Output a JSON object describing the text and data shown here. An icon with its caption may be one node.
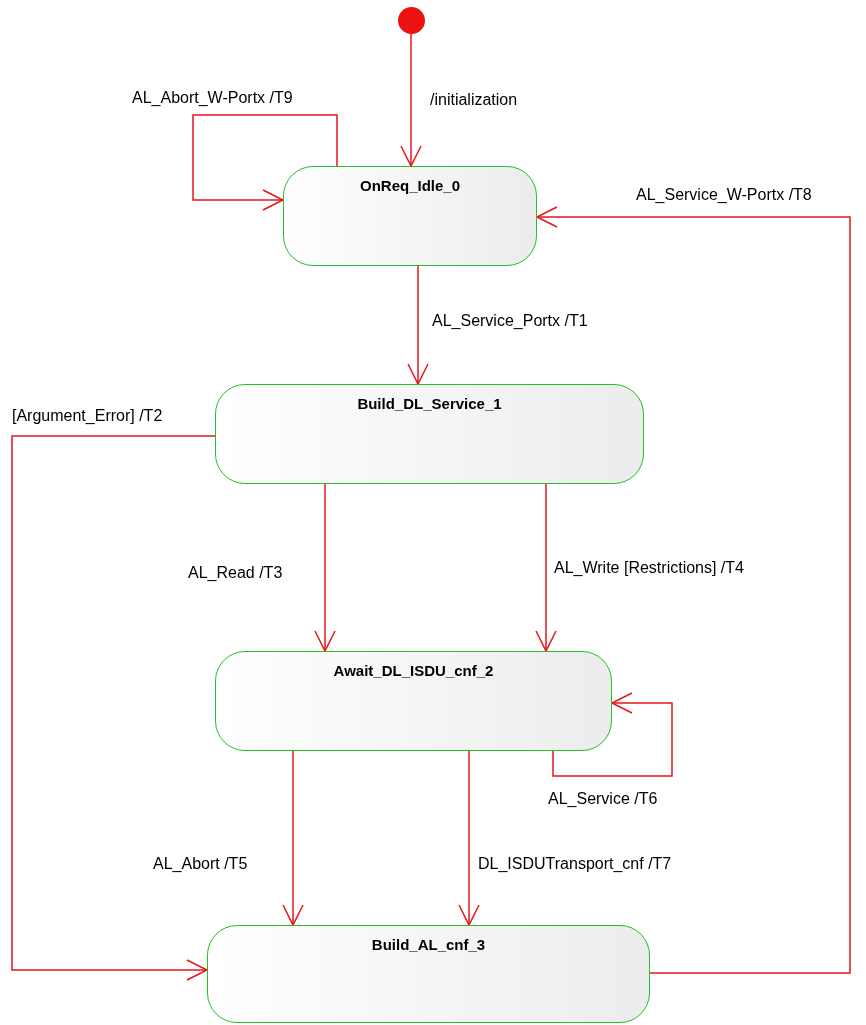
{
  "diagram": {
    "nodes": [
      {
        "text": [],
        "shape": "circle"
      },
      {
        "text": [
          "OnReq_Idle_0"
        ]
      },
      {
        "text": [
          "Build_DL_Service_1"
        ]
      },
      {
        "text": [
          "Await_DL_ISDU_cnf_2"
        ]
      },
      {
        "text": [
          "Build_AL_cnf_3"
        ]
      }
    ],
    "edges": [
      {
        "from": 0,
        "to": 1,
        "arrow": "to",
        "label": "/initialization"
      },
      {
        "from": 1,
        "to": 1,
        "arrow": "to",
        "label": "AL_Abort_W-Portx /T9"
      },
      {
        "from": 1,
        "to": 2,
        "arrow": "to",
        "label": "AL_Service_Portx /T1"
      },
      {
        "from": 2,
        "to": 4,
        "arrow": "to",
        "label": "[Argument_Error] /T2"
      },
      {
        "from": 2,
        "to": 3,
        "arrow": "to",
        "label": "AL_Read /T3"
      },
      {
        "from": 2,
        "to": 3,
        "arrow": "to",
        "label": "AL_Write [Restrictions] /T4"
      },
      {
        "from": 3,
        "to": 3,
        "arrow": "to",
        "label": "AL_Service /T6"
      },
      {
        "from": 3,
        "to": 4,
        "arrow": "to",
        "label": "AL_Abort /T5"
      },
      {
        "from": 3,
        "to": 4,
        "arrow": "to",
        "label": "DL_ISDUTransport_cnf /T7"
      },
      {
        "from": 4,
        "to": 1,
        "arrow": "to",
        "label": "AL_Service_W-Portx /T8"
      }
    ]
  }
}
